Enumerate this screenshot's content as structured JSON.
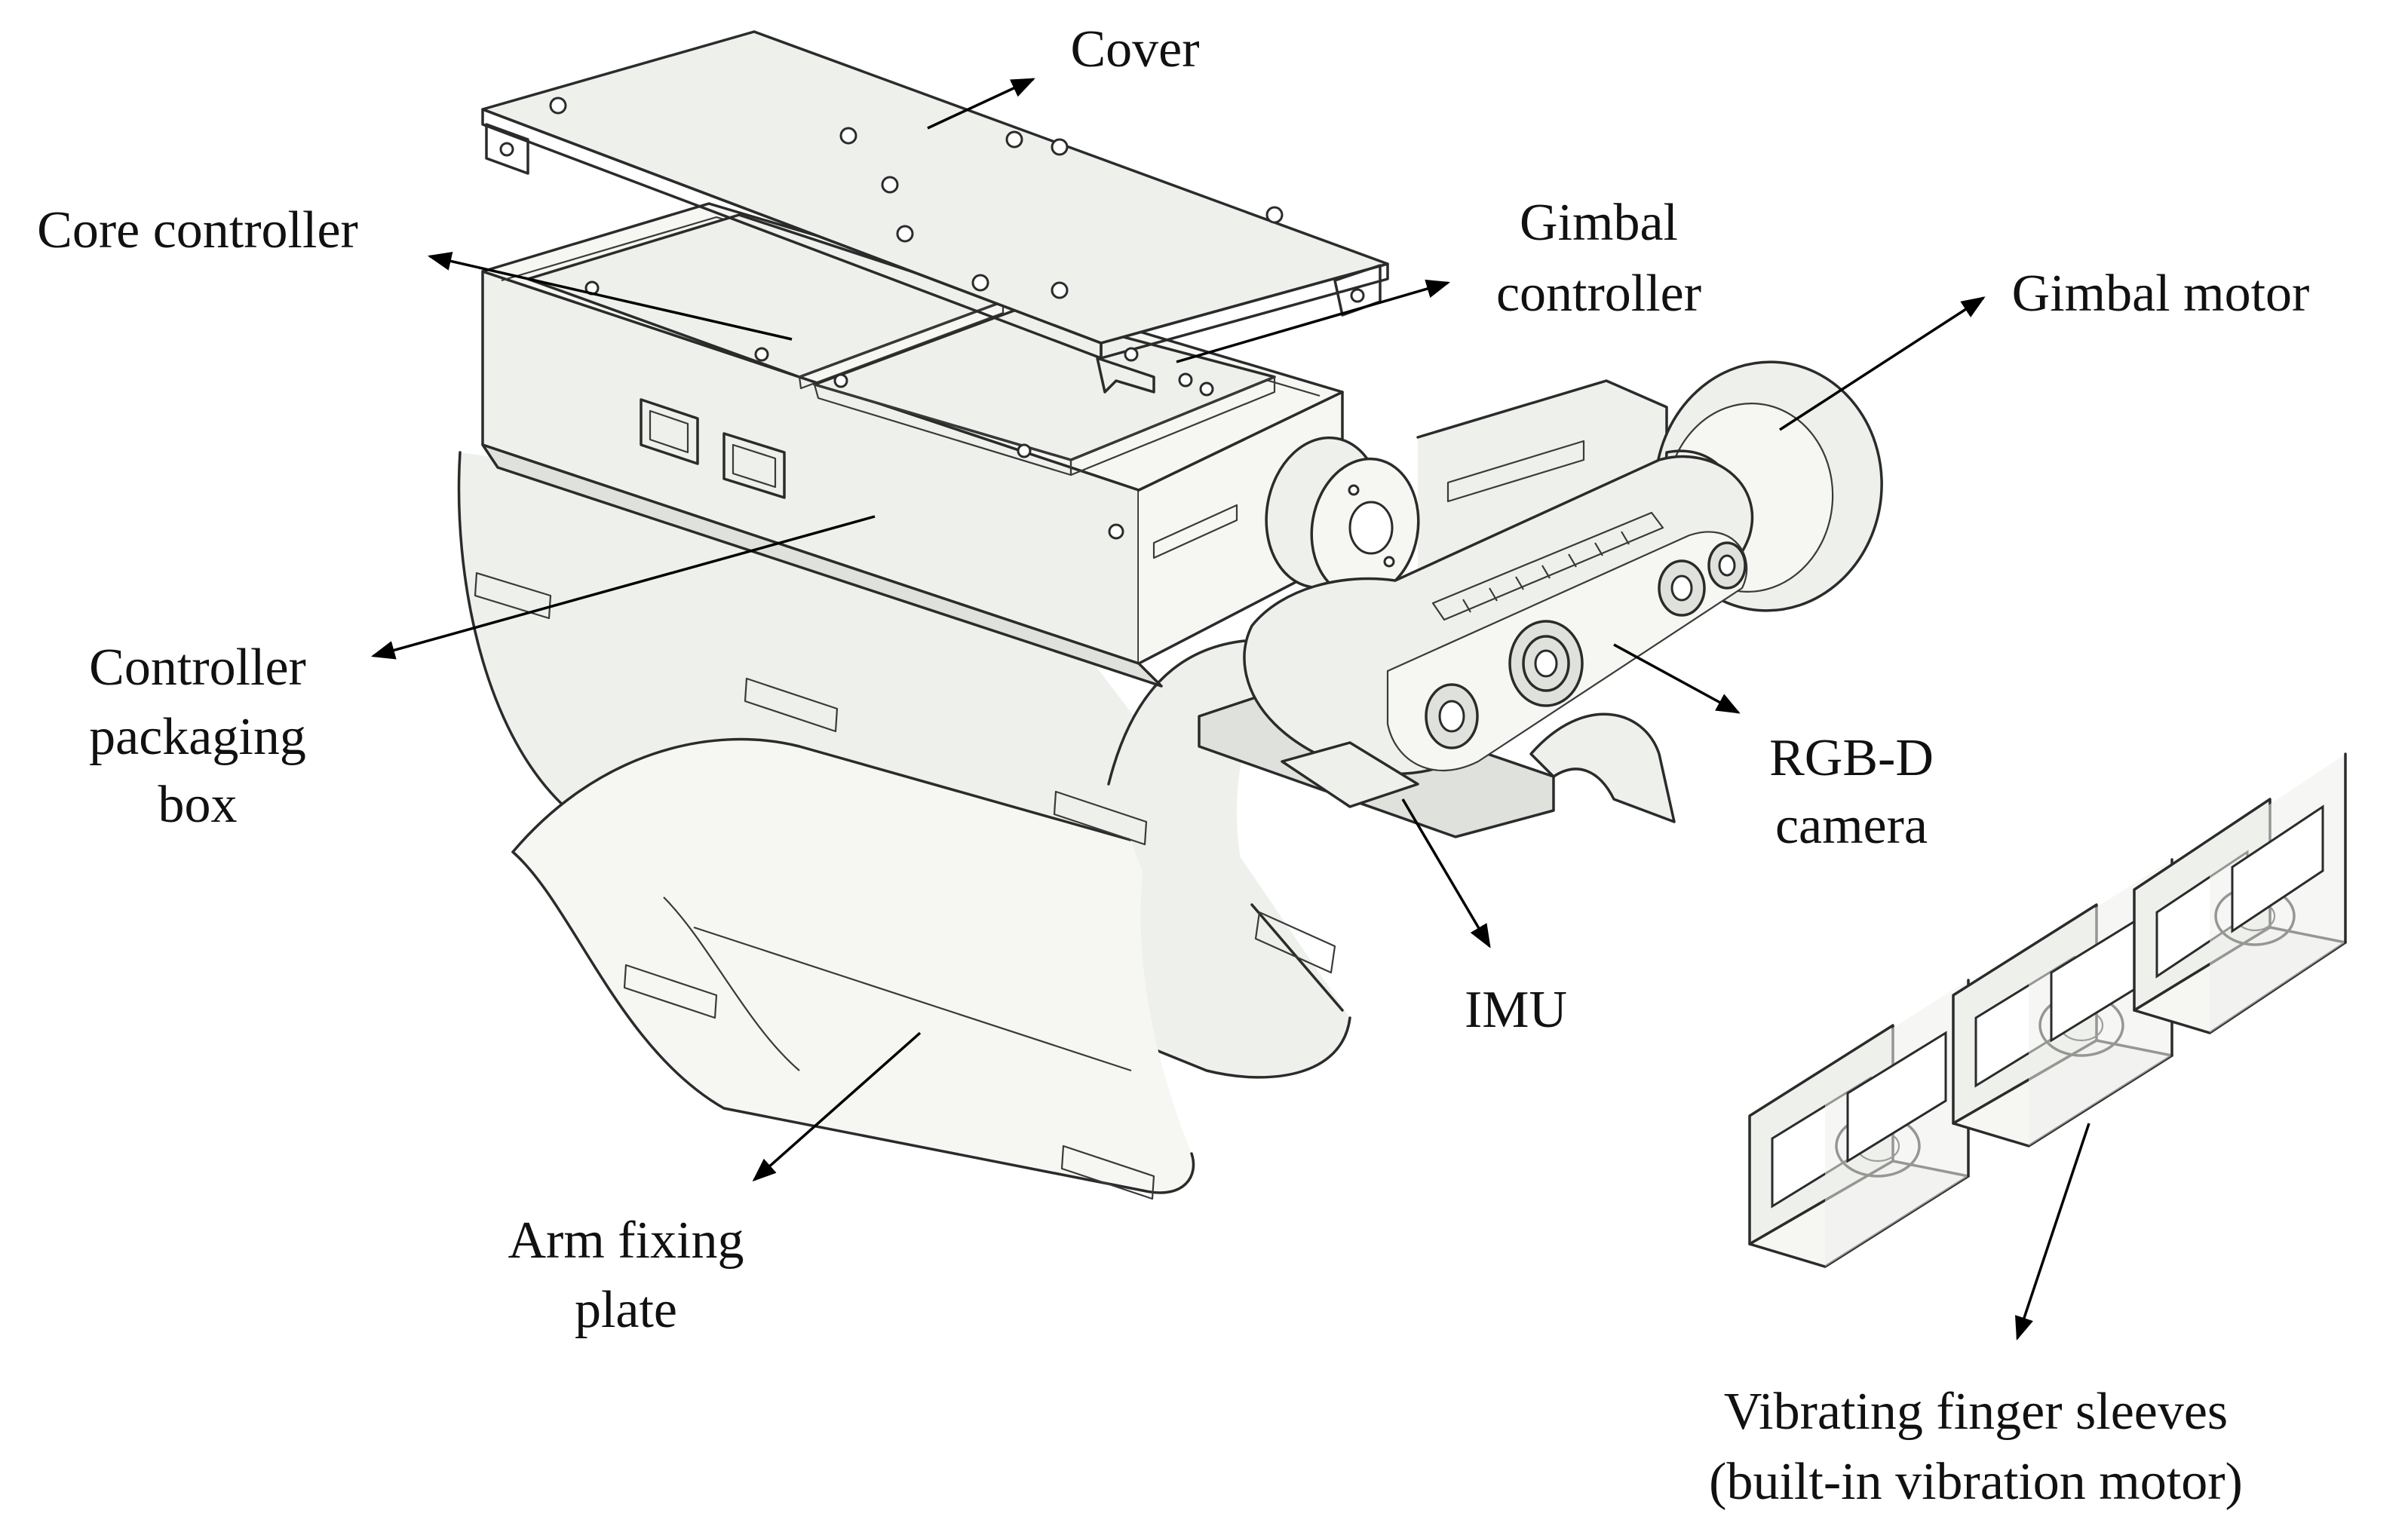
{
  "labels": {
    "cover": "Cover",
    "core_controller": "Core controller",
    "gimbal_controller_line1": "Gimbal",
    "gimbal_controller_line2": "controller",
    "gimbal_motor": "Gimbal motor",
    "controller_box_line1": "Controller",
    "controller_box_line2": "packaging",
    "controller_box_line3": "box",
    "rgbd_line1": "RGB-D",
    "rgbd_line2": "camera",
    "imu": "IMU",
    "arm_plate_line1": "Arm fixing",
    "arm_plate_line2": "plate",
    "sleeves_line1": "Vibrating finger sleeves",
    "sleeves_line2": "(built-in vibration motor)"
  },
  "colors": {
    "part_fill": "#eef0ec",
    "edge": "#2b2b2b",
    "text": "#111111",
    "background": "#ffffff"
  }
}
